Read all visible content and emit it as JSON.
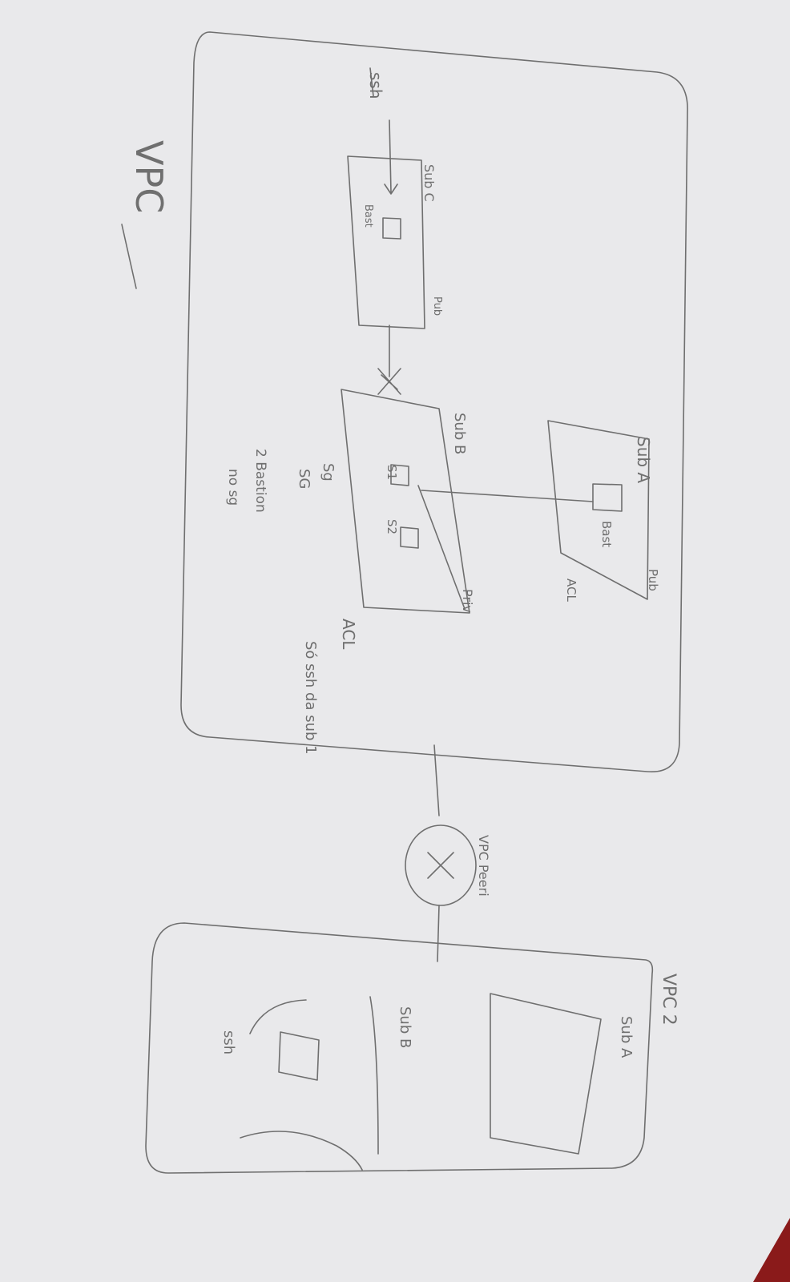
{
  "labels": {
    "vpc_title": "VPC",
    "ssh_in": "ssh",
    "sub_c": "Sub C",
    "sub_c_bast": "Bast",
    "sub_c_pub": "Pub",
    "sub_b": "Sub B",
    "sub_b_priv": "Priv",
    "sub_b_s1": "S1",
    "sub_b_s2": "S2",
    "sub_a": "Sub A",
    "sub_a_bast": "Bast",
    "sub_a_pub": "Pub",
    "sub_a_acl": "ACL",
    "sg": "Sg",
    "sg_note": "SG",
    "bastion_note": "2 Bastion",
    "no_sg": "no sg",
    "acl": "ACL",
    "so_ssh": "Só ssh da sub 1",
    "vpc_peering": "VPC Peeri",
    "vpc2_title": "VPC 2",
    "vpc2_sub_a": "Sub A",
    "vpc2_sub_b": "Sub B",
    "vpc2_ssh": "ssh"
  },
  "colors": {
    "paper": "#e9e9eb",
    "pencil": "#6f6f6f",
    "background": "#2b2b2b",
    "red_object": "#8a1a1a"
  }
}
